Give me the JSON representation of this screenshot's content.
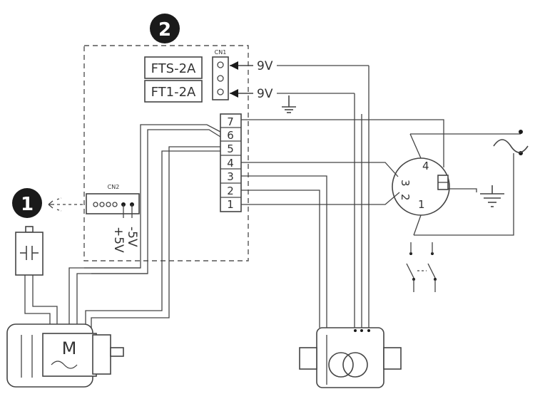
{
  "badges": {
    "one": "1",
    "two": "2"
  },
  "boards": {
    "fts": "FTS-2A",
    "ft1": "FT1-2A"
  },
  "connectors": {
    "cn1": "CN1",
    "cn2": "CN2",
    "cn2_plus": "+5V",
    "cn2_minus": "-5V",
    "terminals": [
      "7",
      "6",
      "5",
      "4",
      "3",
      "2",
      "1"
    ]
  },
  "voltages": {
    "v1": "9V",
    "v2": "9V"
  },
  "motor": {
    "label": "M"
  },
  "plug": {
    "pins": [
      "4",
      "3",
      "2",
      "1"
    ]
  },
  "colors": {
    "line": "#444444",
    "badge": "#1a1a1a"
  }
}
